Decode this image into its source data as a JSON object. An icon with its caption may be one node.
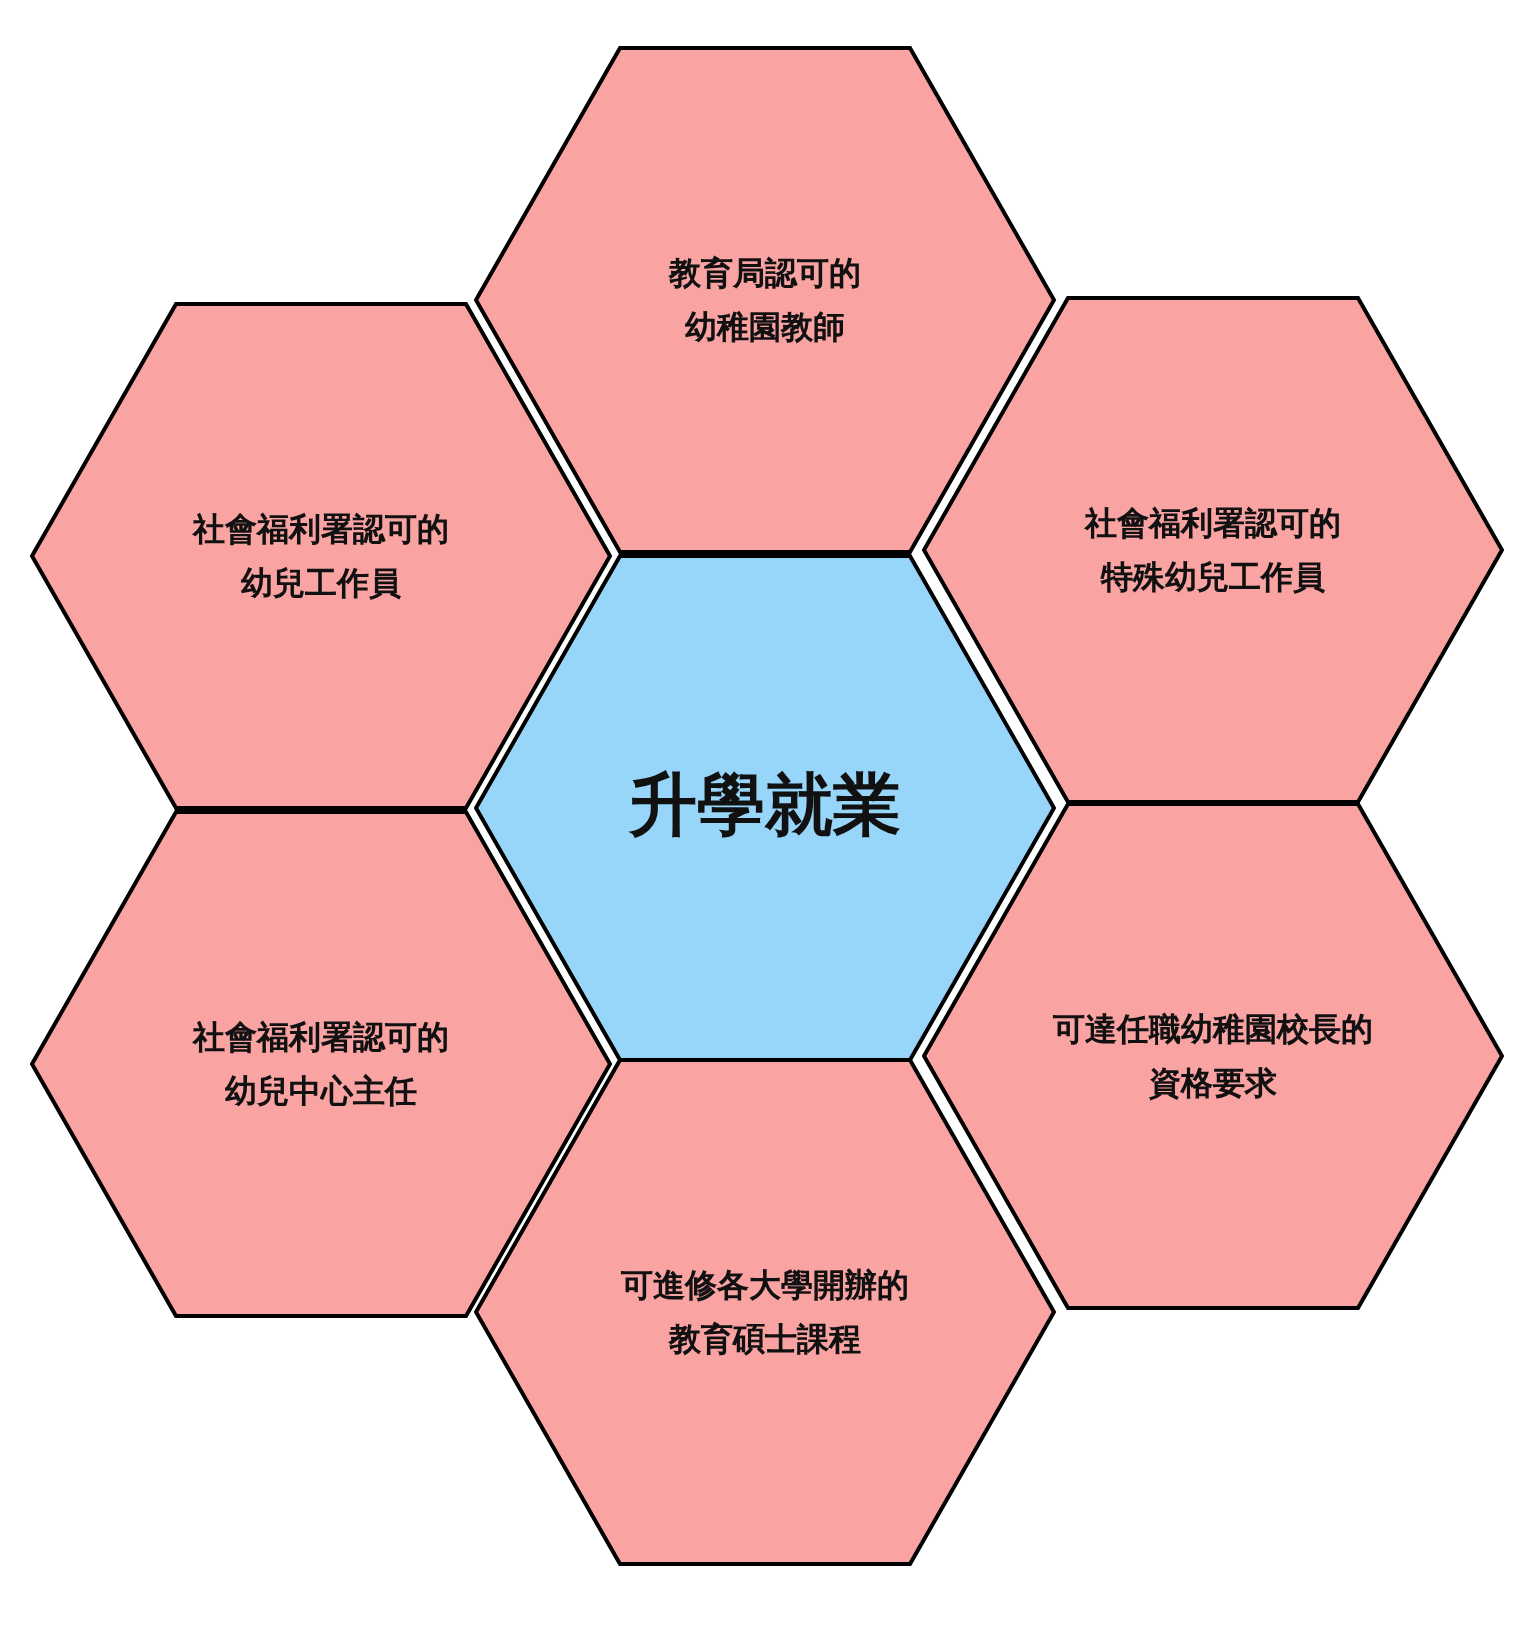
{
  "diagram": {
    "nodes": [
      {
        "text": [
          "教育局認可的幼稚園教師"
        ]
      },
      {
        "text": [
          "社會福利署認可的幼兒工作員"
        ]
      },
      {
        "text": [
          "社會福利署認可的特殊幼兒工作員"
        ]
      },
      {
        "text": [
          "升學就業"
        ]
      },
      {
        "text": [
          "社會福利署認可的幼兒中心主任"
        ]
      },
      {
        "text": [
          "可達任職幼稚園校長的資格要求"
        ]
      },
      {
        "text": [
          "可進修各大學開辦的教育碩士課程"
        ]
      }
    ]
  }
}
